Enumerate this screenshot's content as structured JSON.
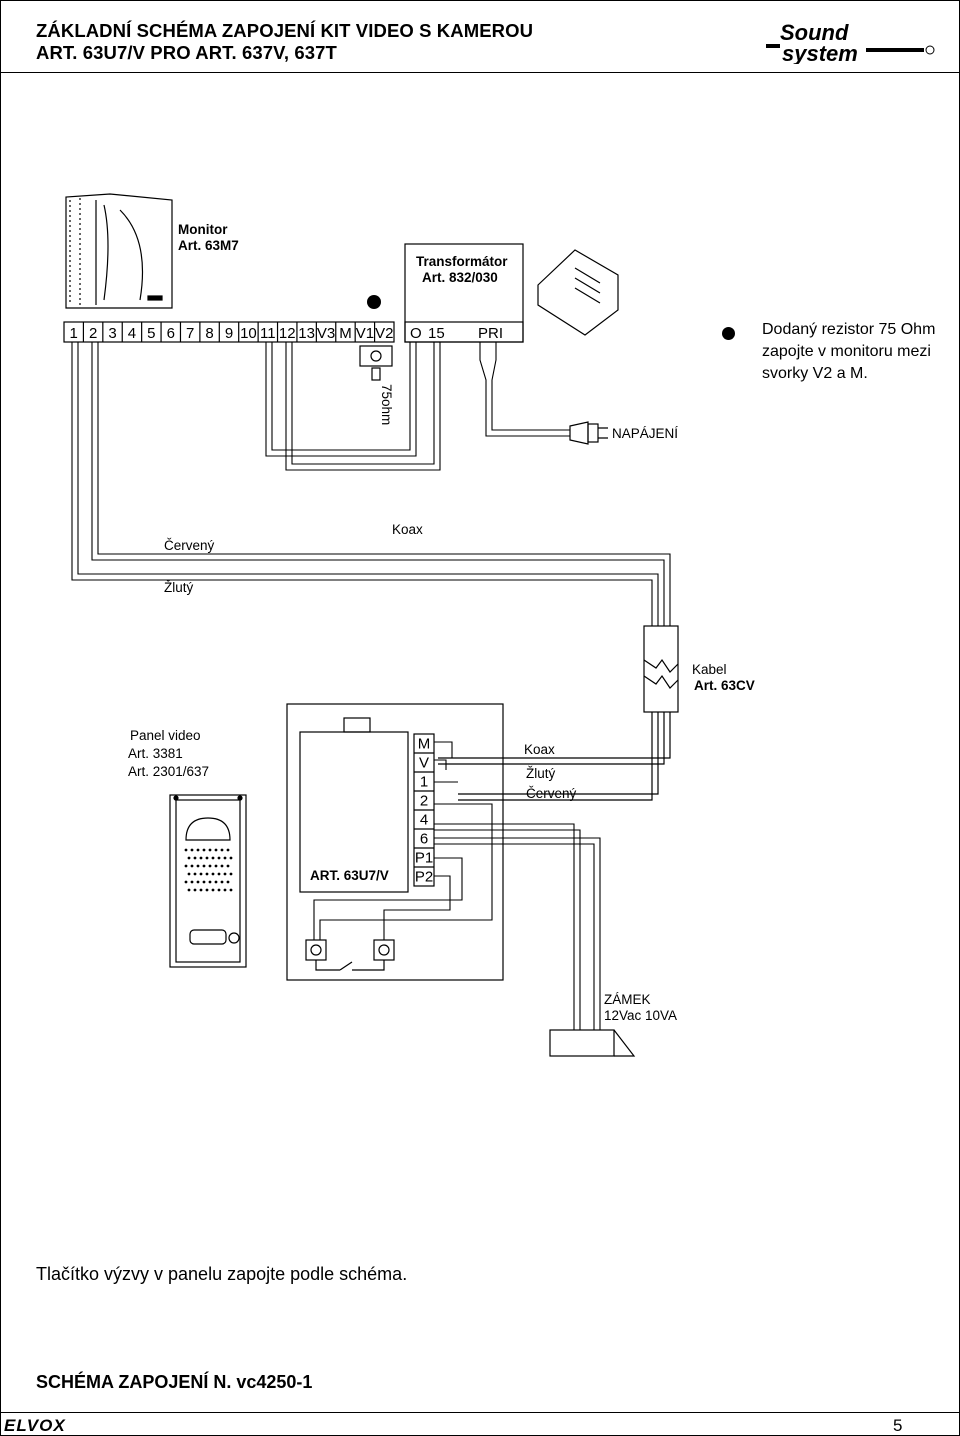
{
  "header": {
    "title_line1": "ZÁKLADNÍ SCHÉMA ZAPOJENÍ KIT VIDEO S KAMEROU",
    "title_line2": "ART. 63U7/V PRO ART. 637V, 637T",
    "logo_text_top": "Sound",
    "logo_text_bottom": "system"
  },
  "diagram": {
    "monitor_label": "Monitor",
    "monitor_art": "Art. 63M7",
    "monitor_terminals": [
      "1",
      "2",
      "3",
      "4",
      "5",
      "6",
      "7",
      "8",
      "9",
      "10",
      "11",
      "12",
      "13",
      "V3",
      "M",
      "V1",
      "V2"
    ],
    "transformer_label": "Transformátor",
    "transformer_art": "Art. 832/030",
    "transformer_terminals": [
      "O",
      "15",
      "PRI"
    ],
    "resistor_label": "75ohm",
    "power_label": "NAPÁJENÍ",
    "wire_red": "Červený",
    "wire_yellow": "Žlutý",
    "wire_coax": "Koax",
    "cable_label": "Kabel",
    "cable_art": "Art. 63CV",
    "panel_label": "Panel video",
    "panel_art1": "Art. 3381",
    "panel_art2": "Art. 2301/637",
    "module_art": "ART. 63U7/V",
    "module_terminals": [
      "M",
      "V",
      "1",
      "2",
      "4",
      "6",
      "P1",
      "P2"
    ],
    "module_koax": "Koax",
    "module_yellow": "Žlutý",
    "module_red": "Červený",
    "lock_label": "ZÁMEK",
    "lock_spec": "12Vac 10VA"
  },
  "note": {
    "text": "Dodaný rezistor 75 Ohm zapojte v monitoru mezi svorky V2 a M."
  },
  "bottom_note": "Tlačítko výzvy v panelu zapojte podle schéma.",
  "schema_title": "SCHÉMA ZAPOJENÍ  N. vc4250-1",
  "footer": {
    "brand": "ELVOX",
    "page_number": "5"
  }
}
